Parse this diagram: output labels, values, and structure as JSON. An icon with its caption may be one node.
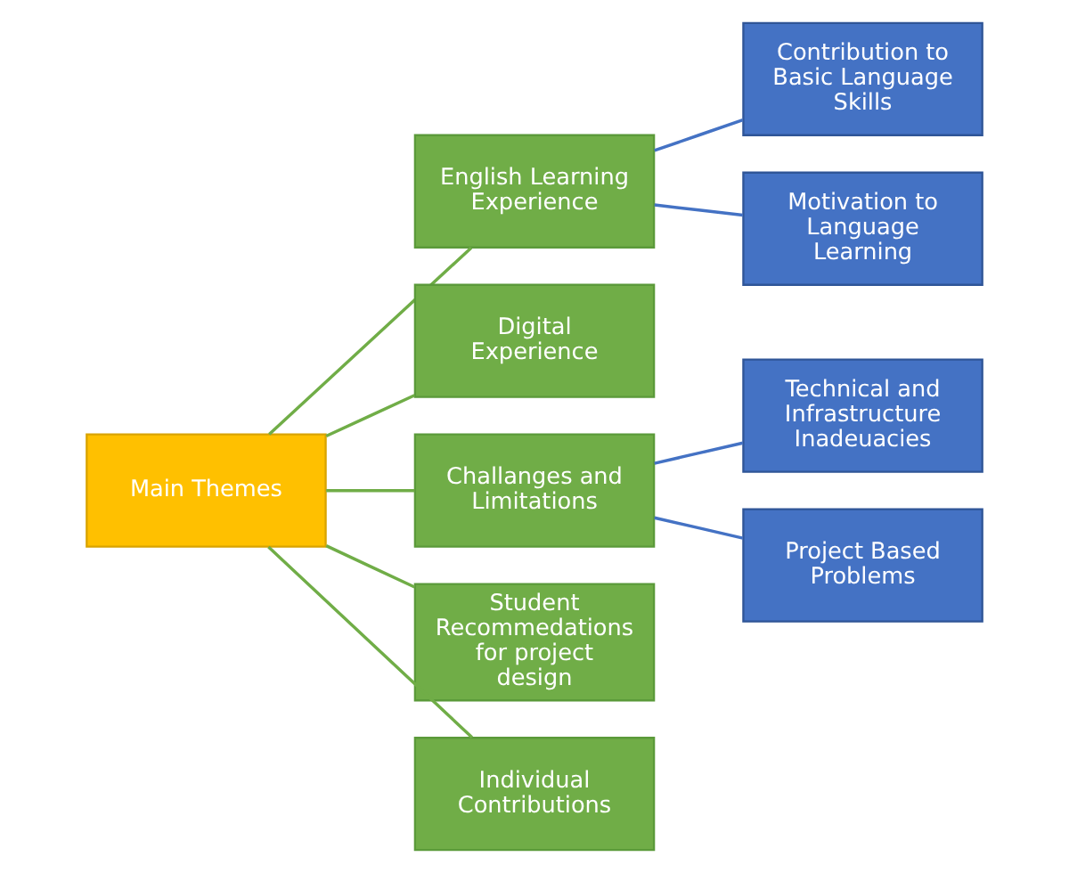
{
  "diagram": {
    "nodes": [
      {
        "text": [
          "Main Themes"
        ]
      },
      {
        "text": [
          "English Learning Experience"
        ]
      },
      {
        "text": [
          "Digital Experience"
        ]
      },
      {
        "text": [
          "Challanges and Limitations"
        ]
      },
      {
        "text": [
          "Student Recommedations for project design"
        ]
      },
      {
        "text": [
          "Individual Contributions"
        ]
      },
      {
        "text": [
          "Contribution to Basic Language Skills"
        ]
      },
      {
        "text": [
          "Motivation to Language Learning"
        ]
      },
      {
        "text": [
          "Technical and Infrastructure Inadeuacies"
        ]
      },
      {
        "text": [
          "Project Based Problems"
        ]
      }
    ],
    "edges": [
      {
        "from": 0,
        "to": 1,
        "arrow": "none"
      },
      {
        "from": 0,
        "to": 2,
        "arrow": "none"
      },
      {
        "from": 0,
        "to": 3,
        "arrow": "none"
      },
      {
        "from": 0,
        "to": 4,
        "arrow": "none"
      },
      {
        "from": 0,
        "to": 5,
        "arrow": "none"
      },
      {
        "from": 1,
        "to": 6,
        "arrow": "none",
        "color": "#4472c4"
      },
      {
        "from": 1,
        "to": 7,
        "arrow": "none",
        "color": "#4472c4"
      },
      {
        "from": 3,
        "to": 8,
        "arrow": "none",
        "color": "#4472c4"
      },
      {
        "from": 3,
        "to": 9,
        "arrow": "none",
        "color": "#4472c4"
      }
    ]
  }
}
